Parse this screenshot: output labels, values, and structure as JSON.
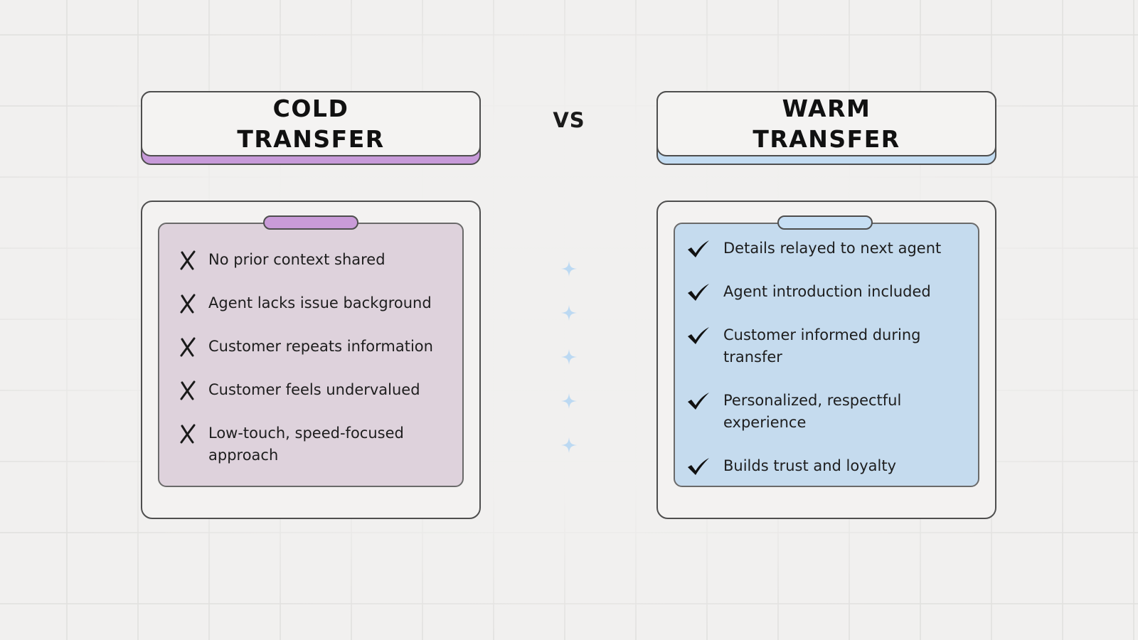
{
  "vs_label": "VS",
  "colors": {
    "background": "#f1f0ef",
    "cold_accent": "#c79ad9",
    "cold_panel": "#ded2dc",
    "warm_accent": "#c3dcf2",
    "warm_panel": "#c5dbee",
    "sparkle": "#bcd9f2"
  },
  "cold": {
    "title": "COLD\nTRANSFER",
    "icon": "x-mark-icon",
    "items": [
      "No prior context shared",
      "Agent lacks issue background",
      "Customer repeats information",
      "Customer feels undervalued",
      "Low-touch, speed-focused approach"
    ]
  },
  "warm": {
    "title": "WARM\nTRANSFER",
    "icon": "checkmark-icon",
    "items": [
      "Details relayed to next agent",
      "Agent introduction included",
      "Customer informed during transfer",
      "Personalized, respectful experience",
      "Builds trust and loyalty"
    ]
  }
}
